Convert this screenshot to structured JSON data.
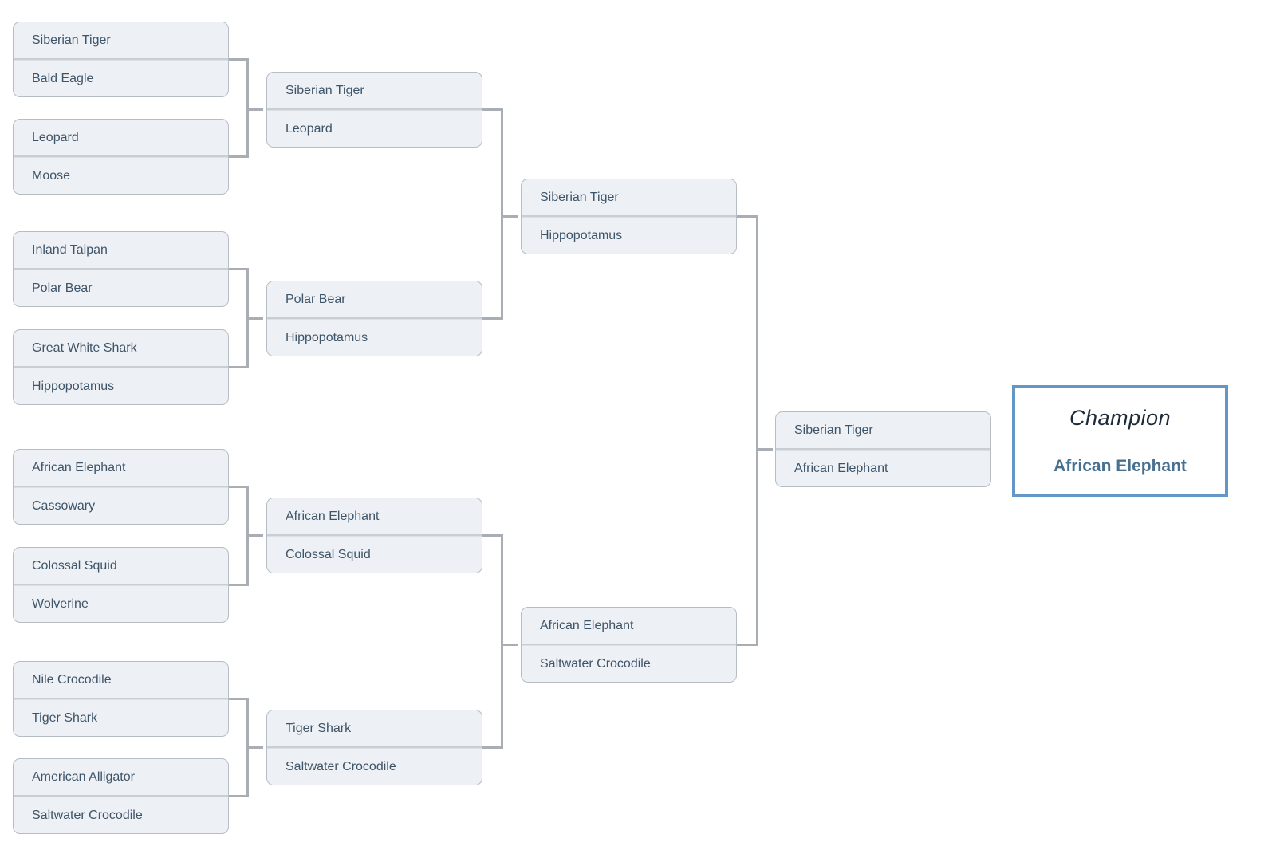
{
  "bracket": {
    "champion_label": "Champion",
    "champion": "African Elephant",
    "rounds": [
      {
        "name": "round-of-16",
        "matches": [
          {
            "top": "Siberian Tiger",
            "bottom": "Bald Eagle"
          },
          {
            "top": "Leopard",
            "bottom": "Moose"
          },
          {
            "top": "Inland Taipan",
            "bottom": "Polar Bear"
          },
          {
            "top": "Great White Shark",
            "bottom": "Hippopotamus"
          },
          {
            "top": "African Elephant",
            "bottom": "Cassowary"
          },
          {
            "top": "Colossal Squid",
            "bottom": "Wolverine"
          },
          {
            "top": "Nile Crocodile",
            "bottom": "Tiger Shark"
          },
          {
            "top": "American Alligator",
            "bottom": "Saltwater Crocodile"
          }
        ]
      },
      {
        "name": "quarterfinals",
        "matches": [
          {
            "top": "Siberian Tiger",
            "bottom": "Leopard"
          },
          {
            "top": "Polar Bear",
            "bottom": "Hippopotamus"
          },
          {
            "top": "African Elephant",
            "bottom": "Colossal Squid"
          },
          {
            "top": "Tiger Shark",
            "bottom": "Saltwater Crocodile"
          }
        ]
      },
      {
        "name": "semifinals",
        "matches": [
          {
            "top": "Siberian Tiger",
            "bottom": "Hippopotamus"
          },
          {
            "top": "African Elephant",
            "bottom": "Saltwater Crocodile"
          }
        ]
      },
      {
        "name": "final",
        "matches": [
          {
            "top": "Siberian Tiger",
            "bottom": "African Elephant"
          }
        ]
      }
    ],
    "colors": {
      "box_fill": "#edf0f4",
      "box_border": "#b7bdc5",
      "divider": "#c9ced4",
      "team_text": "#3e5468",
      "connector": "#a9aeb5",
      "champion_border": "#6496c8",
      "champion_title": "#1d2a38",
      "champion_name": "#48708f"
    }
  }
}
